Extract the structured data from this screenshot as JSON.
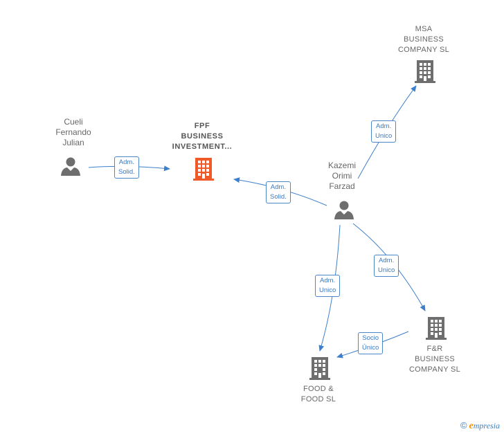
{
  "nodes": {
    "cueli": {
      "lines": [
        "Cueli",
        "Fernando",
        "Julian"
      ],
      "type": "person"
    },
    "fpf": {
      "lines": [
        "FPF",
        "BUSINESS",
        "INVESTMENT..."
      ],
      "type": "company-focus"
    },
    "kazemi": {
      "lines": [
        "Kazemi",
        "Orimi",
        "Farzad"
      ],
      "type": "person"
    },
    "msa": {
      "lines": [
        "MSA",
        "BUSINESS",
        "COMPANY  SL"
      ],
      "type": "company"
    },
    "fr": {
      "lines": [
        "F&R",
        "BUSINESS",
        "COMPANY  SL"
      ],
      "type": "company"
    },
    "food": {
      "lines": [
        "FOOD &",
        "FOOD  SL"
      ],
      "type": "company"
    }
  },
  "edges": {
    "cueli_fpf": {
      "lines": [
        "Adm.",
        "Solid."
      ]
    },
    "kazemi_fpf": {
      "lines": [
        "Adm.",
        "Solid."
      ]
    },
    "kazemi_msa": {
      "lines": [
        "Adm.",
        "Unico"
      ]
    },
    "kazemi_fr": {
      "lines": [
        "Adm.",
        "Unico"
      ]
    },
    "kazemi_food": {
      "lines": [
        "Adm.",
        "Unico"
      ]
    },
    "fr_food": {
      "lines": [
        "Socio",
        "Único"
      ]
    }
  },
  "colors": {
    "edge": "#3d7fcc",
    "icon": "#6e6e6e",
    "focus": "#f05a28"
  },
  "brand": {
    "copyright": "©",
    "initial": "e",
    "rest": "mpresia"
  }
}
